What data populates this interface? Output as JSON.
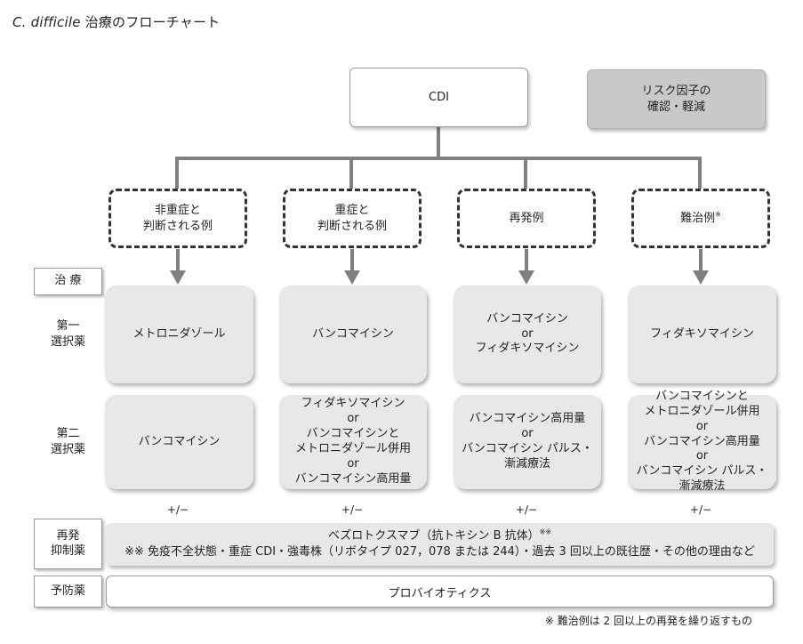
{
  "title": {
    "italic": "C. difficile",
    "rest": " 治療のフローチャート"
  },
  "cdi": "CDI",
  "risk": {
    "line1": "リスク因子の",
    "line2": "確認・軽減"
  },
  "categories": [
    {
      "line1": "非重症と",
      "line2": "判断される例"
    },
    {
      "line1": "重症と",
      "line2": "判断される例"
    },
    {
      "line1": "再発例",
      "line2": ""
    },
    {
      "line1": "難治例",
      "line2": "",
      "mark": "※"
    }
  ],
  "labels": {
    "treatment": "治 療",
    "first": {
      "line1": "第一",
      "line2": "選択薬"
    },
    "second": {
      "line1": "第二",
      "line2": "選択薬"
    },
    "recurrence": {
      "line1": "再発",
      "line2": "抑制薬"
    },
    "prevention": "予防薬"
  },
  "first_choice": [
    [
      "メトロニダゾール"
    ],
    [
      "バンコマイシン"
    ],
    [
      "バンコマイシン",
      "or",
      "フィダキソマイシン"
    ],
    [
      "フィダキソマイシン"
    ]
  ],
  "second_choice": [
    [
      "バンコマイシン"
    ],
    [
      "フィダキソマイシン",
      "or",
      "バンコマイシンと",
      "メトロニダゾール併用",
      "or",
      "バンコマイシン高用量"
    ],
    [
      "バンコマイシン高用量",
      "or",
      "バンコマイシン パルス・",
      "漸減療法"
    ],
    [
      "バンコマイシンと",
      "メトロニダゾール併用",
      "or",
      "バンコマイシン高用量",
      "or",
      "バンコマイシン パルス・",
      "漸減療法"
    ]
  ],
  "plus_minus": "+/−",
  "recurrence_drug": {
    "line1": "ベズロトクスマブ（抗トキシン B 抗体）",
    "mark": "※※",
    "line2": "※※ 免疫不全状態・重症 CDI・強毒株（リボタイプ 027，078 または 244）・過去 3 回以上の既往歴・その他の理由など"
  },
  "prevention_drug": "プロバイオティクス",
  "footnote": "※ 難治例は 2 回以上の再発を繰り返すもの",
  "colors": {
    "line": "#808080",
    "drug_box": "#e8e8e8",
    "risk_box": "#c9c9c9",
    "dashed_border": "#333333"
  }
}
